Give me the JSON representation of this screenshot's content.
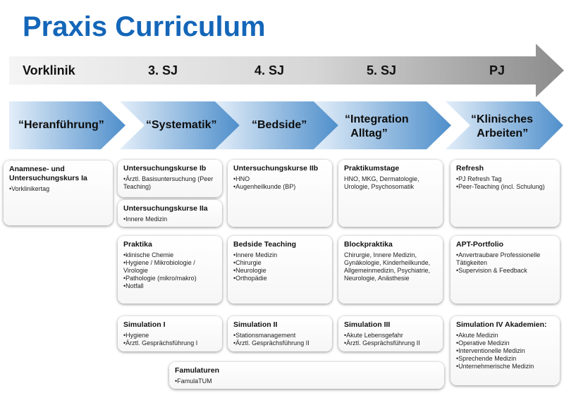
{
  "title": "Praxis Curriculum",
  "colors": {
    "title": "#1466b8",
    "timeline_light": "#f2f2f2",
    "timeline_dark": "#8a8a8a",
    "phase_light": "#dce9f6",
    "phase_dark": "#5b9bd5"
  },
  "timeline": [
    "Vorklinik",
    "3. SJ",
    "4. SJ",
    "5. SJ",
    "PJ"
  ],
  "phases": [
    "“Heranführung”",
    "“Systematik”",
    "“Bedside”",
    "“Integration\n  Alltag”",
    "“Klinisches\n  Arbeiten”"
  ],
  "cards": [
    {
      "title": "Anamnese- und Untersuchungskurs Ia",
      "items": [
        "•Vorklinikertag"
      ]
    },
    {
      "title": "Untersuchungskurse Ib",
      "items": [
        "•Ärztl. Basisuntersuchung (Peer Teaching)"
      ]
    },
    {
      "title": "Untersuchungskurse IIa",
      "items": [
        "•Innere Medizin"
      ]
    },
    {
      "title": "Praktika",
      "items": [
        "•klinische Chemie",
        "•Hygiene / Mikrobiologie / Virologie",
        "•Pathologie (mikro/makro)",
        "•Notfall"
      ]
    },
    {
      "title": "Simulation I",
      "items": [
        "•Hygiene",
        "•Ärztl. Gesprächsführung I"
      ]
    },
    {
      "title": "Untersuchungskurse IIb",
      "items": [
        "•HNO",
        "•Augenheilkunde (BP)"
      ]
    },
    {
      "title": "Bedside Teaching",
      "items": [
        "•Innere Medizin",
        "•Chirurgie",
        "•Neurologie",
        "•Orthopädie"
      ]
    },
    {
      "title": "Simulation II",
      "items": [
        "•Stationsmanagement",
        "•Ärztl. Gesprächsführung II"
      ]
    },
    {
      "title": "Praktikumstage",
      "items": [
        "HNO, MKG, Dermatologie, Urologie, Psychosomatik"
      ]
    },
    {
      "title": "Blockpraktika",
      "items": [
        "Chirurgie, Innere Medizin, Gynäkologie, Kinderheilkunde, Allgemeinmedizin, Psychiatrie, Neurologie, Anästhesie"
      ]
    },
    {
      "title": "Simulation III",
      "items": [
        "•Akute Lebensgefahr",
        "•Ärztl. Gesprächsführung II"
      ]
    },
    {
      "title": "Refresh",
      "items": [
        "•PJ Refresh Tag",
        "•Peer-Teaching (incl. Schulung)"
      ]
    },
    {
      "title": "APT-Portfolio",
      "items": [
        "•Anvertraubare Professionelle Tätigkeiten",
        "•Supervision & Feedback"
      ]
    },
    {
      "title": "Simulation IV Akademien:",
      "items": [
        "•Akute Medizin",
        "•Operative Medizin",
        "•Interventionelle Medizin",
        "•Sprechende Medizin",
        "•Unternehmerische Medizin"
      ]
    },
    {
      "title": "Famulaturen",
      "items": [
        "•FamulaTUM"
      ]
    }
  ]
}
